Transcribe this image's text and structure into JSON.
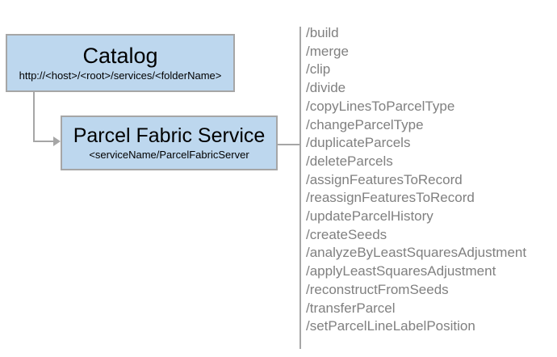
{
  "colors": {
    "box_fill": "#bdd7ee",
    "box_border": "#a6a6a6",
    "connector": "#a6a6a6",
    "endpoint_text": "#808080",
    "title_text": "#000000"
  },
  "catalog_box": {
    "title": "Catalog",
    "subtitle": "http://<host>/<root>/services/<folderName>"
  },
  "service_box": {
    "title": "Parcel Fabric Service",
    "subtitle": "<serviceName/ParcelFabricServer"
  },
  "endpoints": [
    "/build",
    "/merge",
    "/clip",
    "/divide",
    "/copyLinesToParcelType",
    "/changeParcelType",
    "/duplicateParcels",
    "/deleteParcels",
    "/assignFeaturesToRecord",
    "/reassignFeaturesToRecord",
    "/updateParcelHistory",
    "/createSeeds",
    "/analyzeByLeastSquaresAdjustment",
    "/applyLeastSquaresAdjustment",
    "/reconstructFromSeeds",
    "/transferParcel",
    "/setParcelLineLabelPosition"
  ]
}
